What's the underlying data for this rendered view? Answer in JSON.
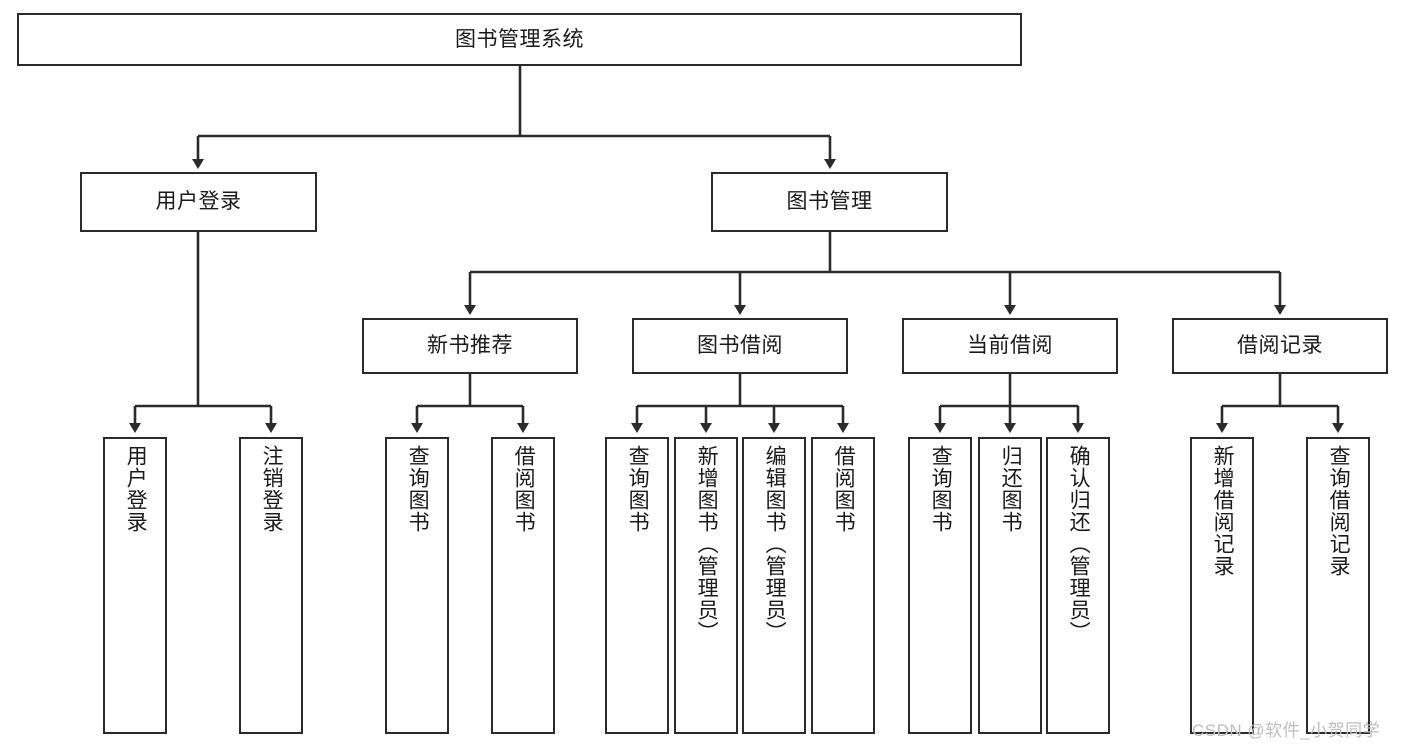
{
  "diagram": {
    "title": "图书管理系统",
    "type": "tree",
    "background_color": "#ffffff",
    "line_color": "#2b2b2b",
    "text_color": "#1a1a1a",
    "levels": {
      "root": {
        "label": "图书管理系统"
      },
      "level2": [
        {
          "label": "用户登录"
        },
        {
          "label": "图书管理"
        }
      ],
      "level3": [
        {
          "label": "新书推荐"
        },
        {
          "label": "图书借阅"
        },
        {
          "label": "当前借阅"
        },
        {
          "label": "借阅记录"
        }
      ],
      "leaves": [
        {
          "label": "用户登录",
          "parent": "用户登录"
        },
        {
          "label": "注销登录",
          "parent": "用户登录"
        },
        {
          "label": "查询图书",
          "parent": "新书推荐"
        },
        {
          "label": "借阅图书",
          "parent": "新书推荐"
        },
        {
          "label": "查询图书",
          "parent": "图书借阅"
        },
        {
          "label": "新增图书（管理员）",
          "parent": "图书借阅"
        },
        {
          "label": "编辑图书（管理员）",
          "parent": "图书借阅"
        },
        {
          "label": "借阅图书",
          "parent": "图书借阅"
        },
        {
          "label": "查询图书",
          "parent": "当前借阅"
        },
        {
          "label": "归还图书",
          "parent": "当前借阅"
        },
        {
          "label": "确认归还（管理员）",
          "parent": "当前借阅"
        },
        {
          "label": "新增借阅记录",
          "parent": "借阅记录"
        },
        {
          "label": "查询借阅记录",
          "parent": "借阅记录"
        }
      ]
    }
  },
  "watermark": {
    "text": "CSDN @软件_小贺同学"
  }
}
